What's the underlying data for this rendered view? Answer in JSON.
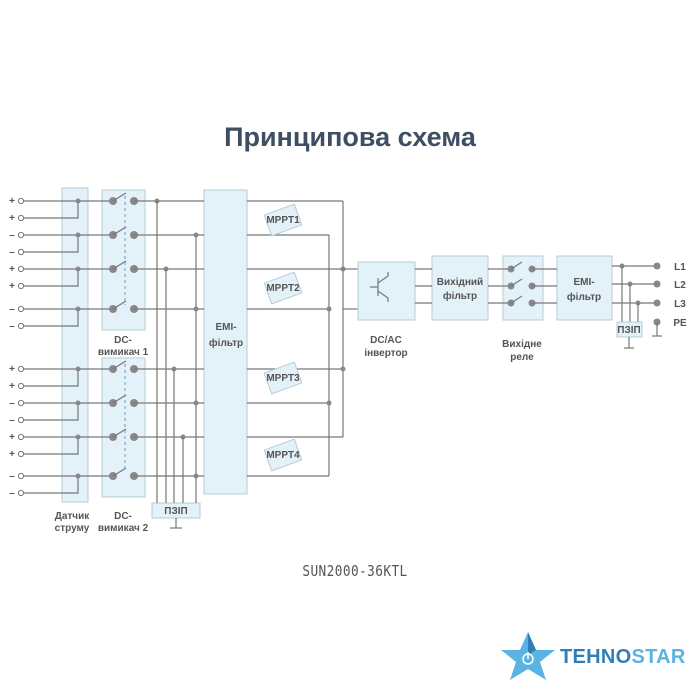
{
  "title": "Принципова схема",
  "model": "SUN2000-36KTL",
  "input_signs": [
    "+",
    "+",
    "–",
    "–",
    "+",
    "+",
    "–",
    "–",
    "+",
    "+",
    "–",
    "–",
    "+",
    "+",
    "–",
    "–"
  ],
  "labels": {
    "dc_switch_1": [
      "DC-",
      "вимикач 1"
    ],
    "dc_switch_2": [
      "DC-",
      "вимикач 2"
    ],
    "current_sensor": [
      "Датчик",
      "струму"
    ],
    "spd_dc": "ПЗІП",
    "emi_filter_1": [
      "EMI-",
      "фільтр"
    ],
    "mppt": [
      "MPPT1",
      "MPPT2",
      "MPPT3",
      "MPPT4"
    ],
    "inverter": [
      "DC/AC",
      "інвертор"
    ],
    "output_filter": [
      "Вихідний",
      "фільтр"
    ],
    "output_relay": [
      "Вихідне",
      "реле"
    ],
    "emi_filter_2": [
      "EMI-",
      "фільтр"
    ],
    "spd_ac": "ПЗІП",
    "outputs": [
      "L1",
      "L2",
      "L3",
      "PE"
    ]
  },
  "logo": {
    "brand_a": "TEHNO",
    "brand_b": "STAR"
  },
  "colors": {
    "title": "#3e4f63",
    "box_fill": "#e3f1f8",
    "wire": "#777777",
    "logo_dark": "#2f7fb5",
    "logo_light": "#5ab4e3"
  }
}
